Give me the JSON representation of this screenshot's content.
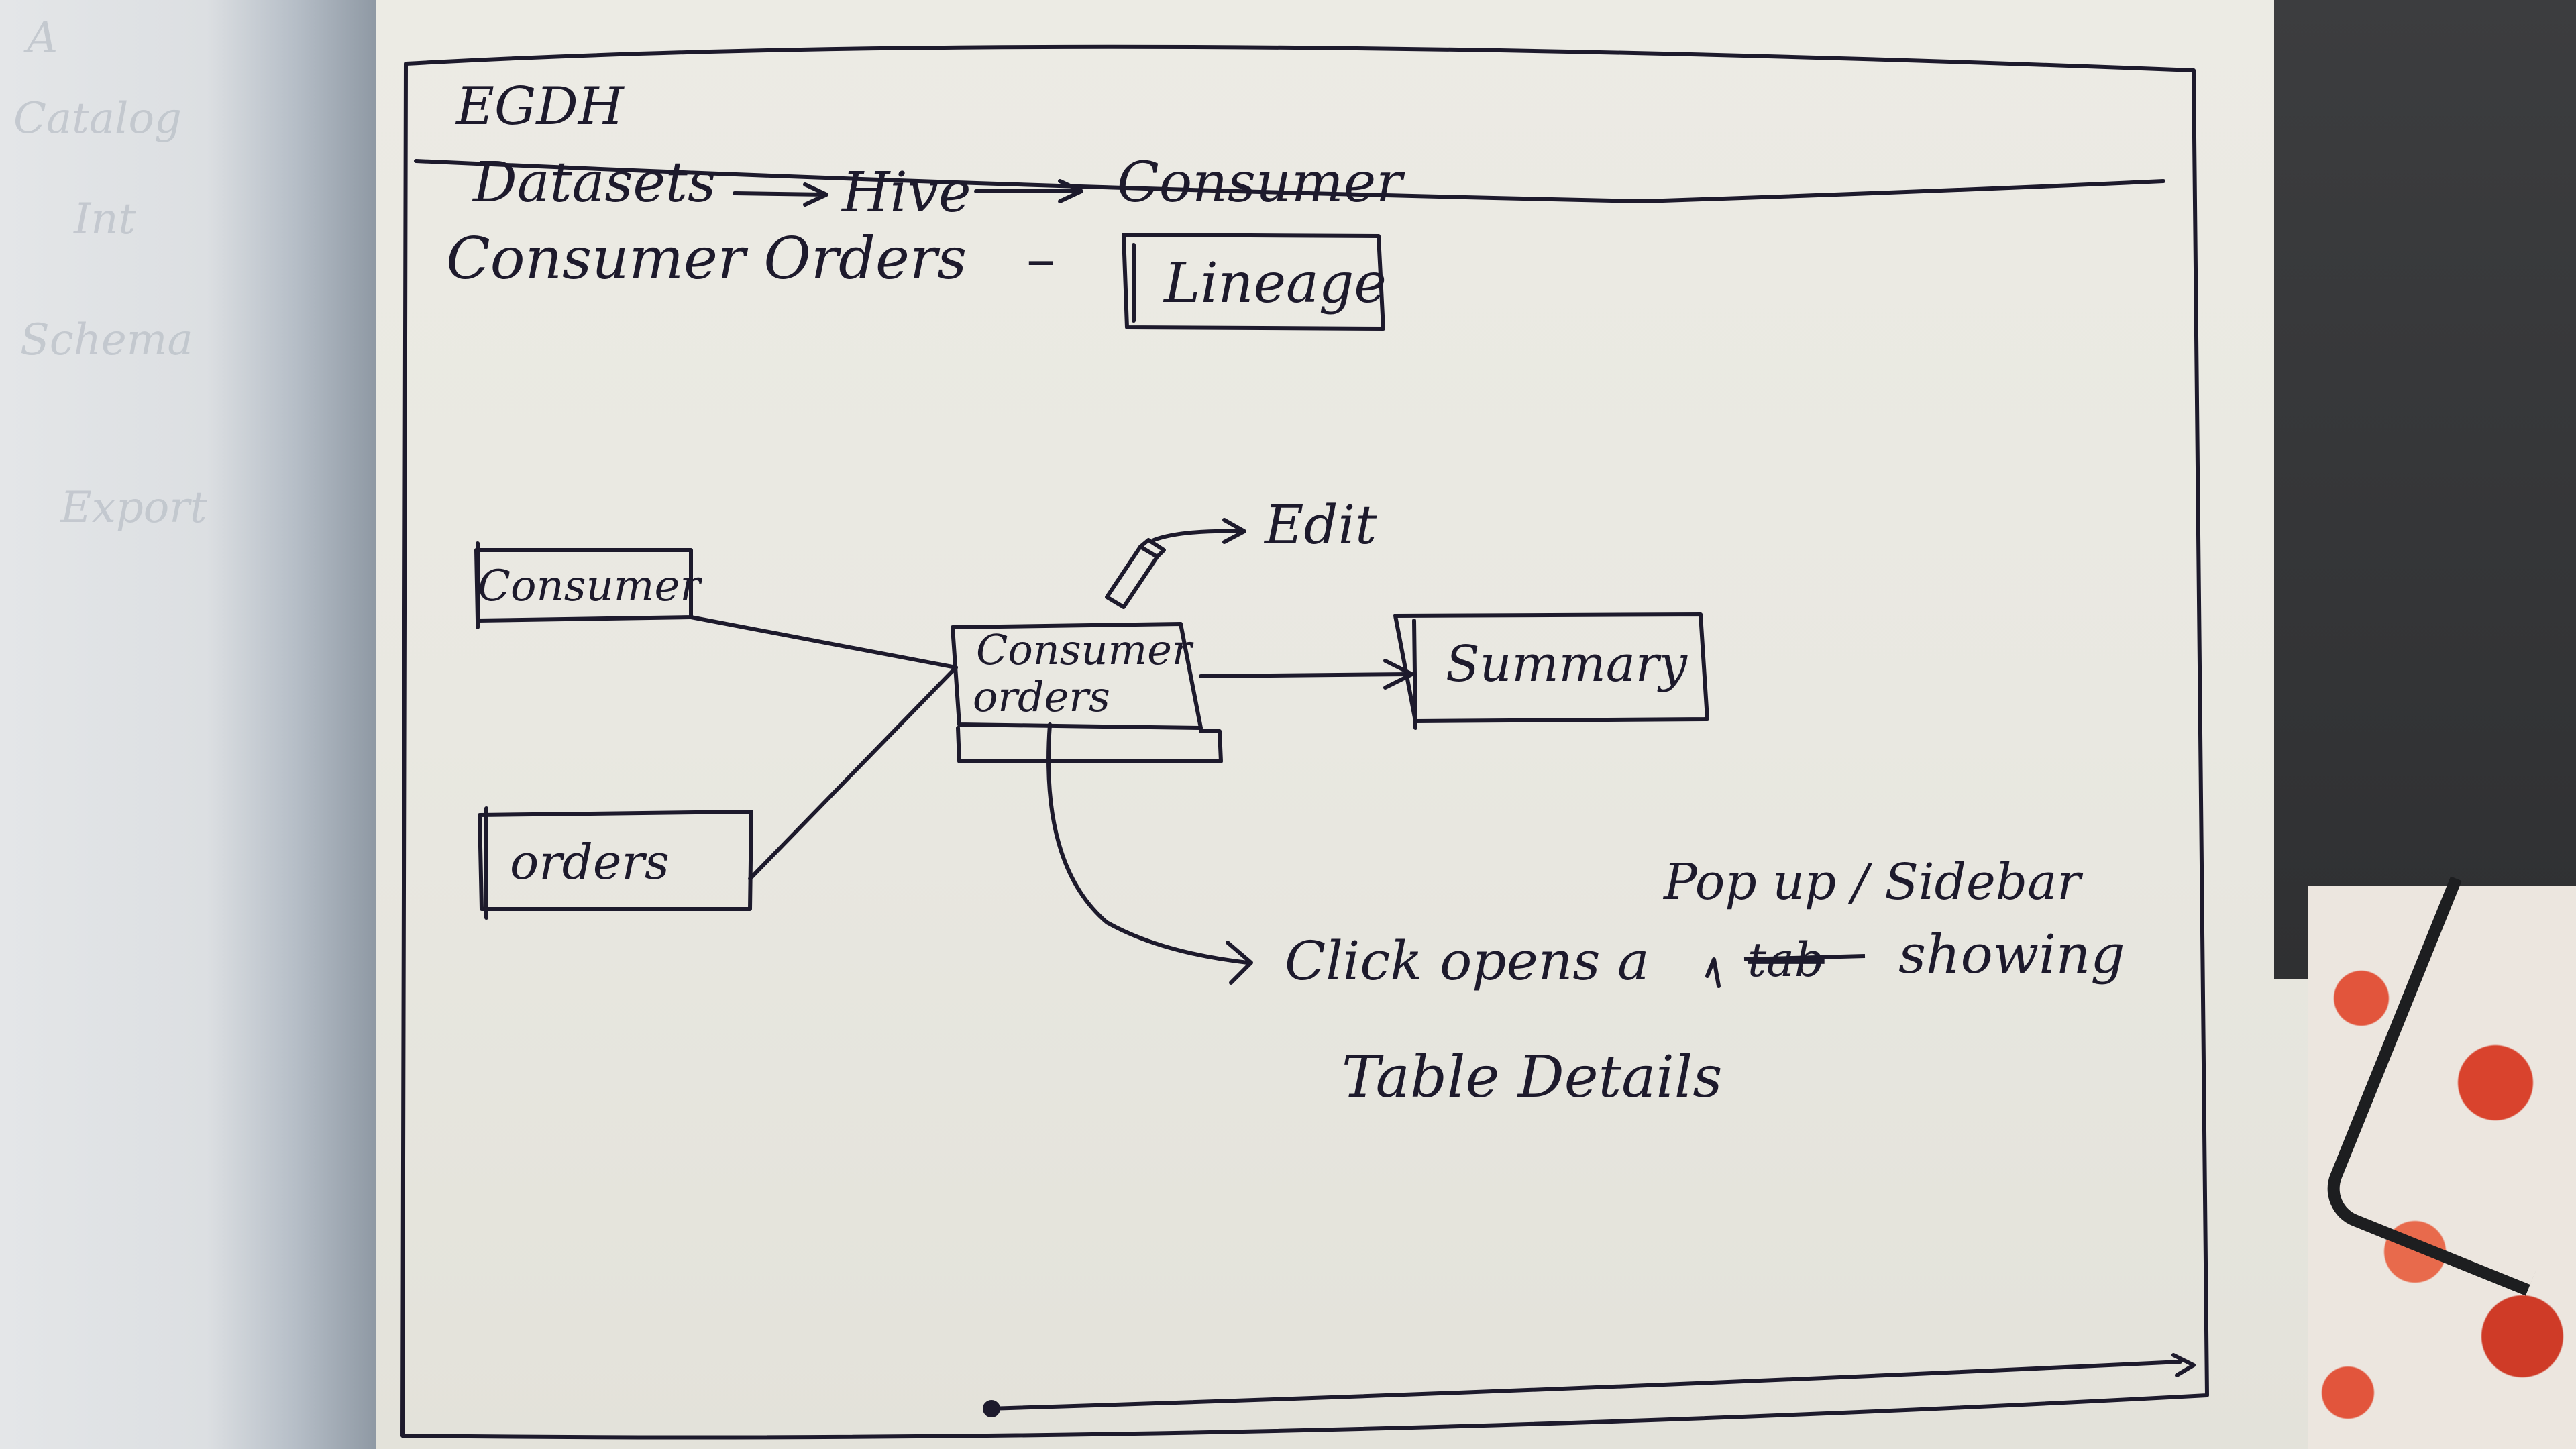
{
  "app": {
    "title": "EGDH"
  },
  "breadcrumb": {
    "items": [
      "Datasets",
      "Hive",
      "Consumer"
    ]
  },
  "page": {
    "title": "Consumer Orders",
    "separator": "–",
    "lineage_label": "Lineage"
  },
  "graph": {
    "nodes": {
      "consumer": "Consumer",
      "orders": "orders",
      "consumer_orders_line1": "Consumer",
      "consumer_orders_line2": "orders",
      "summary": "Summary"
    },
    "edit_label": "Edit"
  },
  "annotation": {
    "popup_label": "Pop up / Sidebar",
    "line1_a": "Click opens a",
    "line1_struck": "tab",
    "line1_b": "showing",
    "line2": "Table Details"
  },
  "colors": {
    "ink": "#1d1a2c",
    "paper": "#e9e8e1"
  }
}
